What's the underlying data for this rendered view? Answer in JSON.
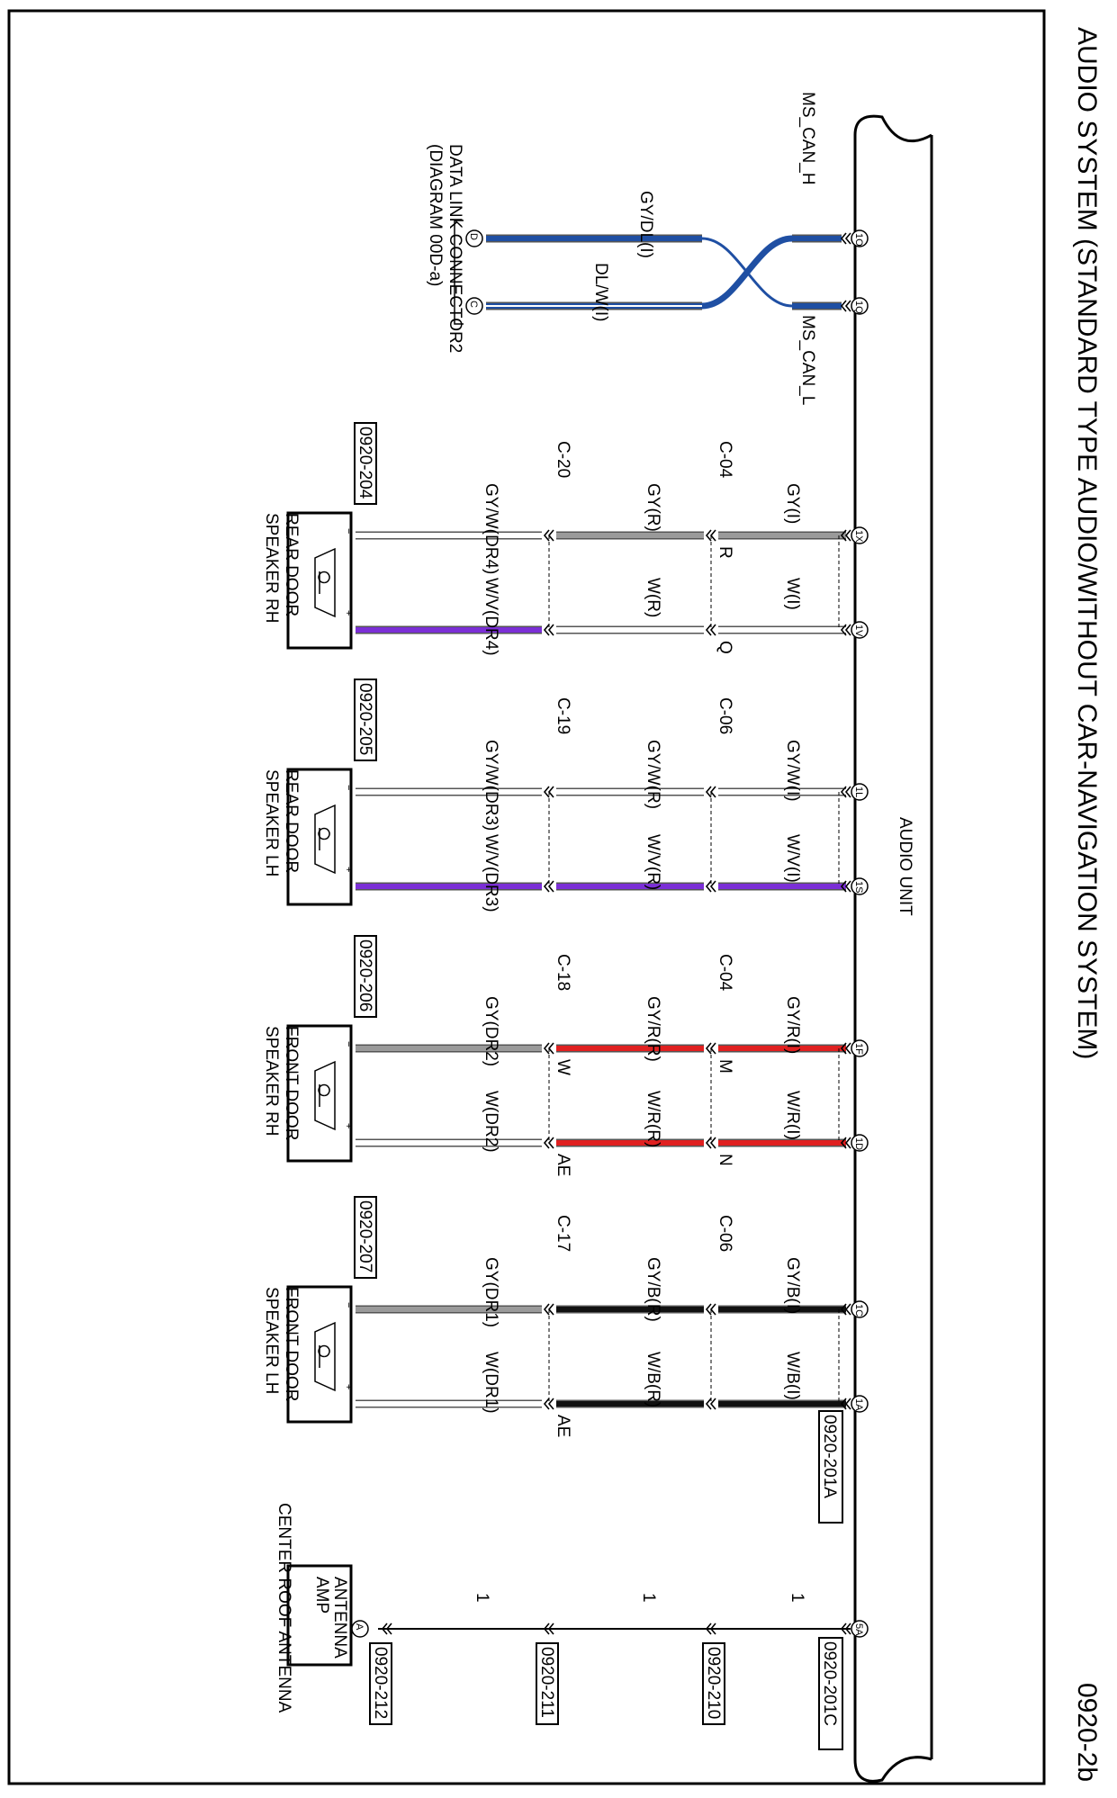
{
  "title": "AUDIO SYSTEM (STANDARD TYPE AUDIO/WITHOUT CAR-NAVIGATION SYSTEM)",
  "page_code": "0920-2b",
  "audio_unit": {
    "label": "AUDIO UNIT",
    "connector_a": "0920-201A",
    "connector_c": "0920-201C"
  },
  "can": {
    "h_label": "MS_CAN_H",
    "l_label": "MS_CAN_L",
    "pin_h": "1O",
    "pin_l": "1Q",
    "wire_h": "GY/DL(I)",
    "wire_l": "DL/W(I)",
    "dlc_pin_h": "D",
    "dlc_pin_l": "C",
    "dlc_line1": "DATA LINK CONNECTOR2",
    "dlc_line2": "(DIAGRAM 00D-a)",
    "color_h": "#1f4fa3",
    "color_l": "#1f4fa3"
  },
  "speaker_circuits": [
    {
      "name_line1": "REAR DOOR",
      "name_line2": "SPEAKER RH",
      "connector": "0920-204",
      "pin_neg": "1X",
      "pin_pos": "1V",
      "neg": [
        "GY(I)",
        "GY(R)",
        "GY/W(DR4)"
      ],
      "pos": [
        "W(I)",
        "W(R)",
        "W/V(DR4)"
      ],
      "joint1": "C-04",
      "joint1_neg_pin": "R",
      "joint1_pos_pin": "Q",
      "joint2": "C-20",
      "joint2_neg_pin": "",
      "joint2_pos_pin": "",
      "neg_color": "#9a9a9a",
      "pos_color": "#ffffff",
      "pos_color_dr": "#7b2fd6",
      "neg_color_dr": "#ffffff",
      "seg_colors_neg": [
        "#9a9a9a",
        "#9a9a9a",
        "#ffffff"
      ],
      "seg_colors_pos": [
        "#ffffff",
        "#ffffff",
        "#7b2fd6"
      ]
    },
    {
      "name_line1": "REAR DOOR",
      "name_line2": "SPEAKER LH",
      "connector": "0920-205",
      "pin_neg": "1L",
      "pin_pos": "1S",
      "neg": [
        "GY/W(I)",
        "GY/W(R)",
        "GY/W(DR3)"
      ],
      "pos": [
        "W/V(I)",
        "W/V(R)",
        "W/V(DR3)"
      ],
      "joint1": "C-06",
      "joint1_neg_pin": "",
      "joint1_pos_pin": "",
      "joint2": "C-19",
      "joint2_neg_pin": "",
      "joint2_pos_pin": "",
      "seg_colors_neg": [
        "#ffffff",
        "#ffffff",
        "#ffffff"
      ],
      "seg_colors_pos": [
        "#7b2fd6",
        "#7b2fd6",
        "#7b2fd6"
      ]
    },
    {
      "name_line1": "FRONT DOOR",
      "name_line2": "SPEAKER RH",
      "connector": "0920-206",
      "pin_neg": "1F",
      "pin_pos": "1D",
      "neg": [
        "GY/R(I)",
        "GY/R(R)",
        "GY(DR2)"
      ],
      "pos": [
        "W/R(I)",
        "W/R(R)",
        "W(DR2)"
      ],
      "joint1": "C-04",
      "joint1_neg_pin": "M",
      "joint1_pos_pin": "N",
      "joint2": "C-18",
      "joint2_neg_pin": "W",
      "joint2_pos_pin": "AE",
      "seg_colors_neg": [
        "#e02020",
        "#e02020",
        "#9a9a9a"
      ],
      "seg_colors_pos": [
        "#e02020",
        "#e02020",
        "#ffffff"
      ]
    },
    {
      "name_line1": "FRONT DOOR",
      "name_line2": "SPEAKER LH",
      "connector": "0920-207",
      "pin_neg": "1C",
      "pin_pos": "1A",
      "neg": [
        "GY/B(I)",
        "GY/B(R)",
        "GY(DR1)"
      ],
      "pos": [
        "W/B(I)",
        "W/B(R)",
        "W(DR1)"
      ],
      "joint1": "C-06",
      "joint1_neg_pin": "",
      "joint1_pos_pin": "",
      "joint2": "C-17",
      "joint2_neg_pin": "",
      "joint2_pos_pin": "AE",
      "seg_colors_neg": [
        "#111111",
        "#111111",
        "#9a9a9a"
      ],
      "seg_colors_pos": [
        "#111111",
        "#111111",
        "#ffffff"
      ]
    }
  ],
  "antenna": {
    "pin": "5A",
    "amp_pin": "A",
    "wire_label": "1",
    "connector_210": "0920-210",
    "connector_211": "0920-211",
    "connector_212": "0920-212",
    "amp_line1": "ANTENNA",
    "amp_line2": "AMP",
    "name": "CENTER ROOF ANTENNA"
  },
  "speaker_terminals": {
    "neg": "−",
    "pos": "+"
  }
}
